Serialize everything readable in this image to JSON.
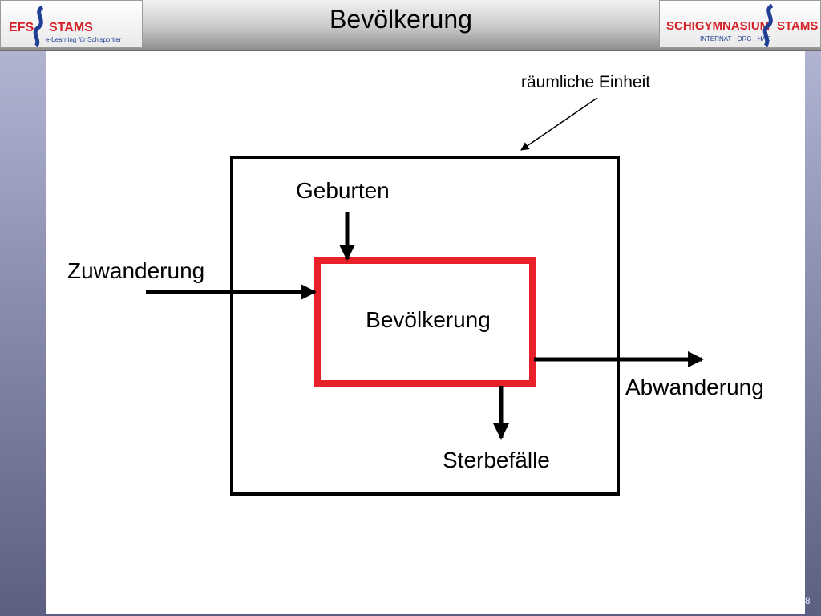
{
  "header": {
    "title": "Bevölkerung",
    "left_logo": {
      "brand_mark": "EFS",
      "brand_name": "STAMS",
      "tagline": "e-Learning für Schisportler"
    },
    "right_logo": {
      "name": "SCHIGYMNASIUM",
      "name2": "STAMS",
      "tagline": "INTERNAT · ORG · HAS"
    }
  },
  "diagram": {
    "annotation": "räumliche Einheit",
    "births": "Geburten",
    "immigration": "Zuwanderung",
    "population": "Bevölkerung",
    "emigration": "Abwanderung",
    "deaths": "Sterbefälle"
  },
  "footer": {
    "page_number": "8"
  },
  "colors": {
    "accent_red": "#e8202a",
    "logo_blue": "#1f3f95",
    "logo_red": "#d42027"
  }
}
